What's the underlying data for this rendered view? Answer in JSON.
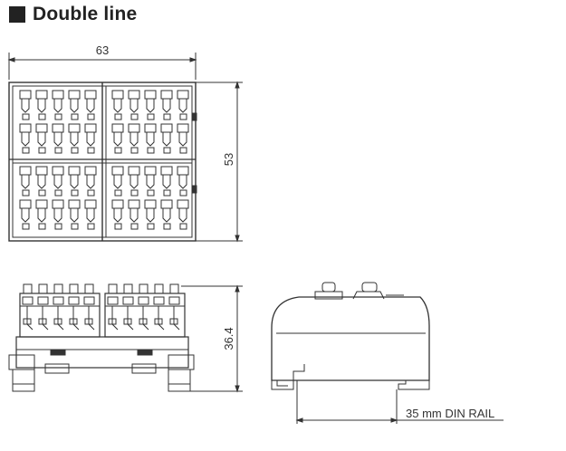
{
  "title": "Double line",
  "dimensions": {
    "width": "63",
    "height": "53",
    "side_height": "36.4",
    "rail": "35 mm DIN RAIL"
  },
  "colors": {
    "line": "#333333",
    "title": "#222222"
  }
}
